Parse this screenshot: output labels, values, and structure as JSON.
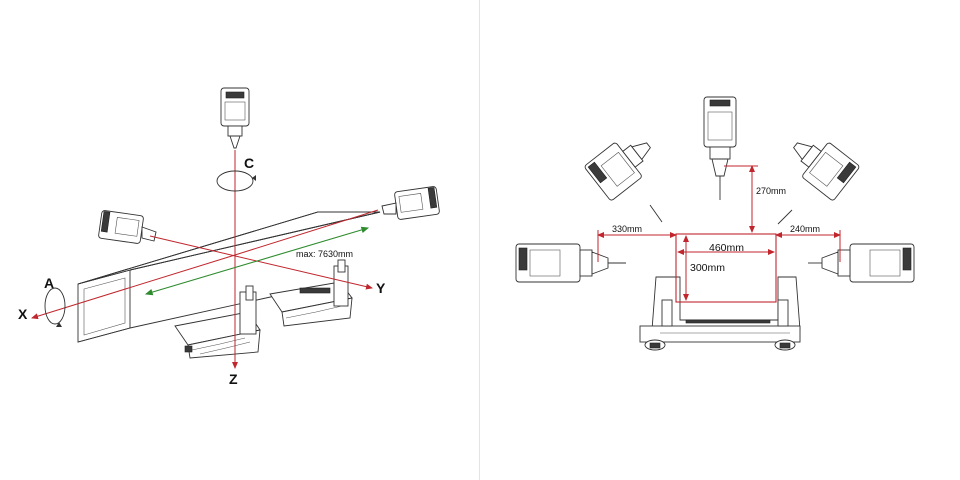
{
  "left_panel": {
    "axes": {
      "x": "X",
      "y": "Y",
      "z": "Z",
      "a": "A",
      "c": "C"
    },
    "travel_label": "max: 7630mm"
  },
  "right_panel": {
    "dims": {
      "left_reach": "330mm",
      "width": "460mm",
      "right_reach": "240mm",
      "top_reach": "270mm",
      "height": "300mm"
    }
  },
  "colors": {
    "axis": "#c0262d",
    "travel": "#2e8b2e",
    "outline": "#333333"
  }
}
